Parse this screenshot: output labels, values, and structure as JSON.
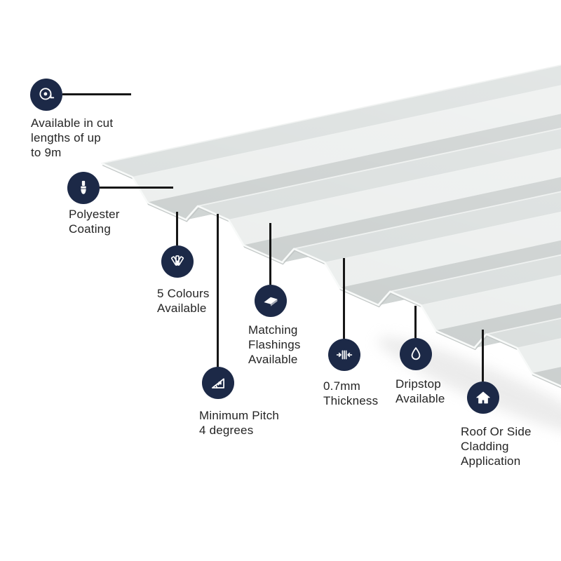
{
  "colors": {
    "background": "#ffffff",
    "icon_badge_bg": "#1c2947",
    "connector": "#161616",
    "label_text": "#242424",
    "sheet": {
      "top": "#d6dbda",
      "slope_bright": "#eaedec",
      "valley": "#c6cbca",
      "slope_hidden": "#d0d5d4",
      "edge_highlight": "#f8faf9",
      "edge_shadow": "#c2c7c6",
      "corner_highlight": "#f2f4f3",
      "drop_shadow": "#d9d9d9"
    }
  },
  "features": [
    {
      "id": "cut-lengths",
      "icon": "tape-measure-icon",
      "label": "Available in cut\nlengths of up\nto 9m"
    },
    {
      "id": "polyester-coating",
      "icon": "paint-brush-icon",
      "label": "Polyester\nCoating"
    },
    {
      "id": "colours",
      "icon": "colour-fan-icon",
      "label": "5 Colours\nAvailable"
    },
    {
      "id": "flashings",
      "icon": "flashing-sheet-icon",
      "label": "Matching\nFlashings\nAvailable"
    },
    {
      "id": "minimum-pitch",
      "icon": "pitch-angle-icon",
      "label": "Minimum Pitch\n4 degrees"
    },
    {
      "id": "thickness",
      "icon": "thickness-gauge-icon",
      "label": "0.7mm\nThickness"
    },
    {
      "id": "dripstop",
      "icon": "water-droplet-icon",
      "label": "Dripstop\nAvailable"
    },
    {
      "id": "cladding",
      "icon": "house-icon",
      "label": "Roof Or Side\nCladding\nApplication"
    }
  ]
}
